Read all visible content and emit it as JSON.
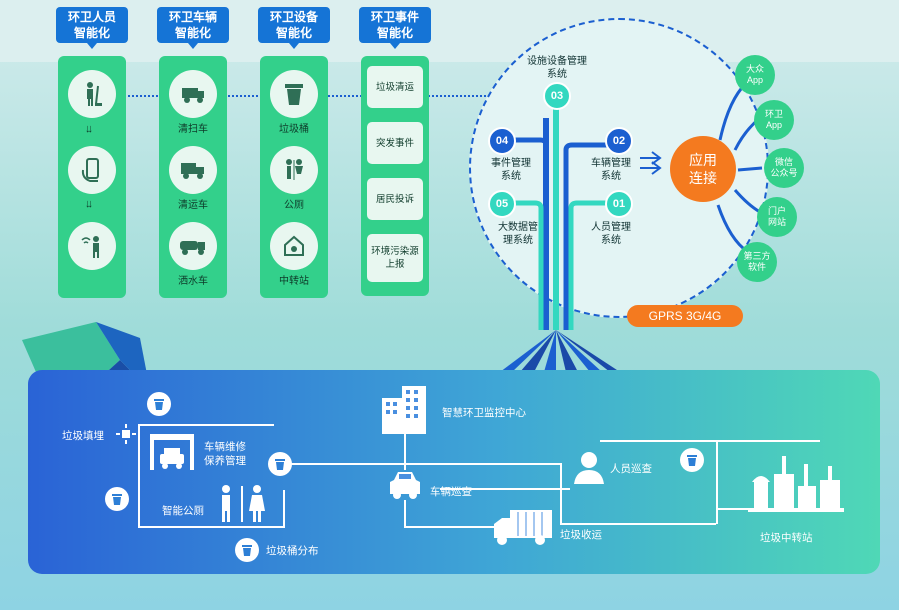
{
  "categories": [
    {
      "title_line1": "环卫人员",
      "title_line2": "智能化"
    },
    {
      "title_line1": "环卫车辆",
      "title_line2": "智能化"
    },
    {
      "title_line1": "环卫设备",
      "title_line2": "智能化"
    },
    {
      "title_line1": "环卫事件",
      "title_line2": "智能化"
    }
  ],
  "vehicles": [
    "清扫车",
    "清运车",
    "洒水车"
  ],
  "equipment": [
    "垃圾桶",
    "公厕",
    "中转站"
  ],
  "events": [
    "垃圾清运",
    "突发事件",
    "居民投诉",
    "环境污染源上报"
  ],
  "systems": {
    "s03": {
      "num": "03",
      "label": "设施设备管理系统"
    },
    "s04": {
      "num": "04",
      "label": "事件管理系统"
    },
    "s02": {
      "num": "02",
      "label": "车辆管理系统"
    },
    "s05": {
      "num": "05",
      "label": "大数据管理系统"
    },
    "s01": {
      "num": "01",
      "label": "人员管理系统"
    }
  },
  "app_connect": {
    "line1": "应用",
    "line2": "连接"
  },
  "apps": [
    {
      "line1": "大众",
      "line2": "App"
    },
    {
      "line1": "环卫",
      "line2": "App"
    },
    {
      "line1": "微信",
      "line2": "公众号"
    },
    {
      "line1": "门户",
      "line2": "网站"
    },
    {
      "line1": "第三方",
      "line2": "软件"
    }
  ],
  "network": "GPRS 3G/4G",
  "bottom": {
    "fill": "垃圾填埋",
    "repair_l1": "车辆维修",
    "repair_l2": "保养管理",
    "toilet": "智能公厕",
    "bins": "垃圾桶分布",
    "center": "智慧环卫监控中心",
    "patrol_vehicle": "车辆巡查",
    "patrol_staff": "人员巡查",
    "collection": "垃圾收运",
    "transfer": "垃圾中转站"
  },
  "colors": {
    "blue": "#1574d6",
    "green": "#33d08b",
    "orange": "#f47a1f"
  }
}
